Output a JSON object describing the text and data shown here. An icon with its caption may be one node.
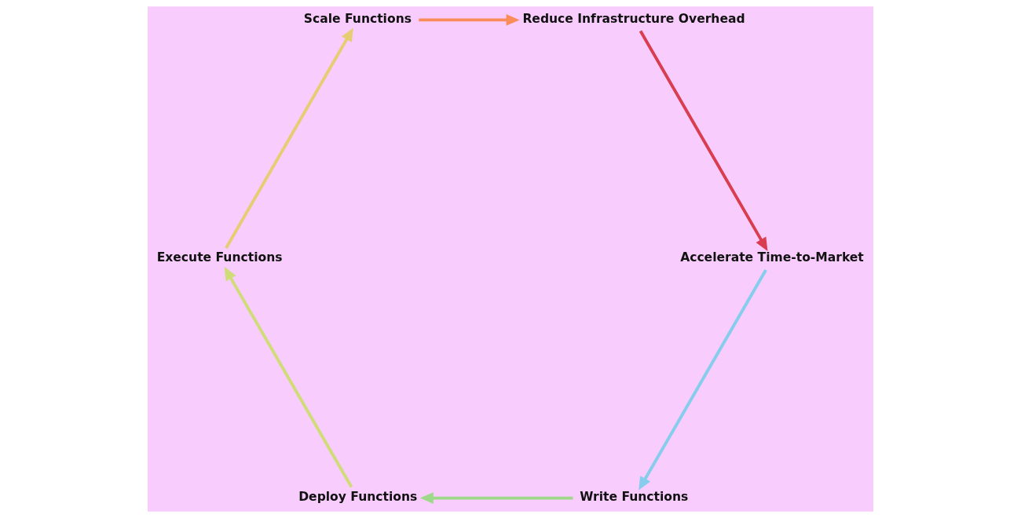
{
  "diagram": {
    "nodes": [
      {
        "text": [
          "Write Functions"
        ]
      },
      {
        "text": [
          "Deploy Functions"
        ]
      },
      {
        "text": [
          "Execute Functions"
        ]
      },
      {
        "text": [
          "Scale Functions"
        ]
      },
      {
        "text": [
          "Reduce Infrastructure Overhead"
        ]
      },
      {
        "text": [
          "Accelerate Time-to-Market"
        ]
      }
    ],
    "edges": [
      {
        "from": 0,
        "to": 1,
        "arrow": "to",
        "color": "#9ed98a"
      },
      {
        "from": 1,
        "to": 2,
        "arrow": "to",
        "color": "#cfdc78"
      },
      {
        "from": 2,
        "to": 3,
        "arrow": "to",
        "color": "#e6cc72"
      },
      {
        "from": 3,
        "to": 4,
        "arrow": "to",
        "color": "#fa8c5a"
      },
      {
        "from": 4,
        "to": 5,
        "arrow": "to",
        "color": "#d93e50"
      },
      {
        "from": 5,
        "to": 0,
        "arrow": "to",
        "color": "#86ccec"
      }
    ]
  }
}
